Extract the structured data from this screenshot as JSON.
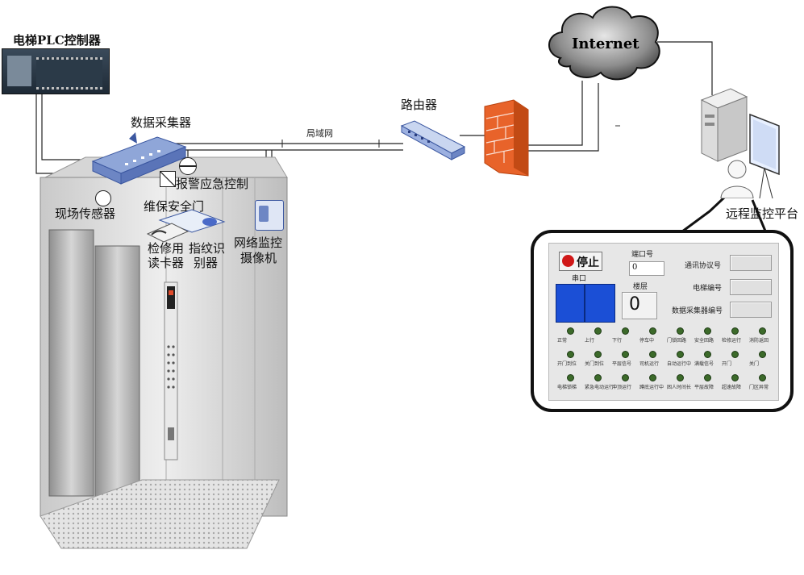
{
  "labels": {
    "plc": "电梯PLC控制器",
    "collector": "数据采集器",
    "alarm": "报警应急控制",
    "maintenance_door": "维保安全门",
    "sensor": "现场传感器",
    "reader_line1": "检修用",
    "reader_line2": "读卡器",
    "fingerprint_line1": "指纹识",
    "fingerprint_line2": "别器",
    "camera_line1": "网络监控",
    "camera_line2": "摄像机",
    "lan": "局域网",
    "router": "路由器",
    "internet": "Internet",
    "remote": "远程监控平台"
  },
  "panel": {
    "stop_button": "停止",
    "stop_sub": "串口",
    "serial_label": "端口号",
    "serial_value": "0",
    "floor_label": "楼层",
    "floor_value": "0",
    "field1_label": "通讯协议号",
    "field2_label": "电梯编号",
    "field3_label": "数据采集器编号",
    "leds": [
      [
        "正常",
        "上行",
        "下行",
        "停车中",
        "门锁回路",
        "安全回路",
        "检修运行",
        "消防返回"
      ],
      [
        "开门到位",
        "关门到位",
        "平层信号",
        "司机运行",
        "自动运行中",
        "满载信号",
        "开门",
        "关门"
      ],
      [
        "电梯锁梯",
        "紧急电动运行",
        "冲顶运行",
        "蹲底运行中",
        "困人时间长",
        "平层故障",
        "超速故障",
        "门区异常"
      ]
    ]
  },
  "colors": {
    "firewall": "#e8632a",
    "display_blue": "#1b4fd6",
    "stop_red": "#d01818",
    "led_green": "#3c6a2a"
  }
}
